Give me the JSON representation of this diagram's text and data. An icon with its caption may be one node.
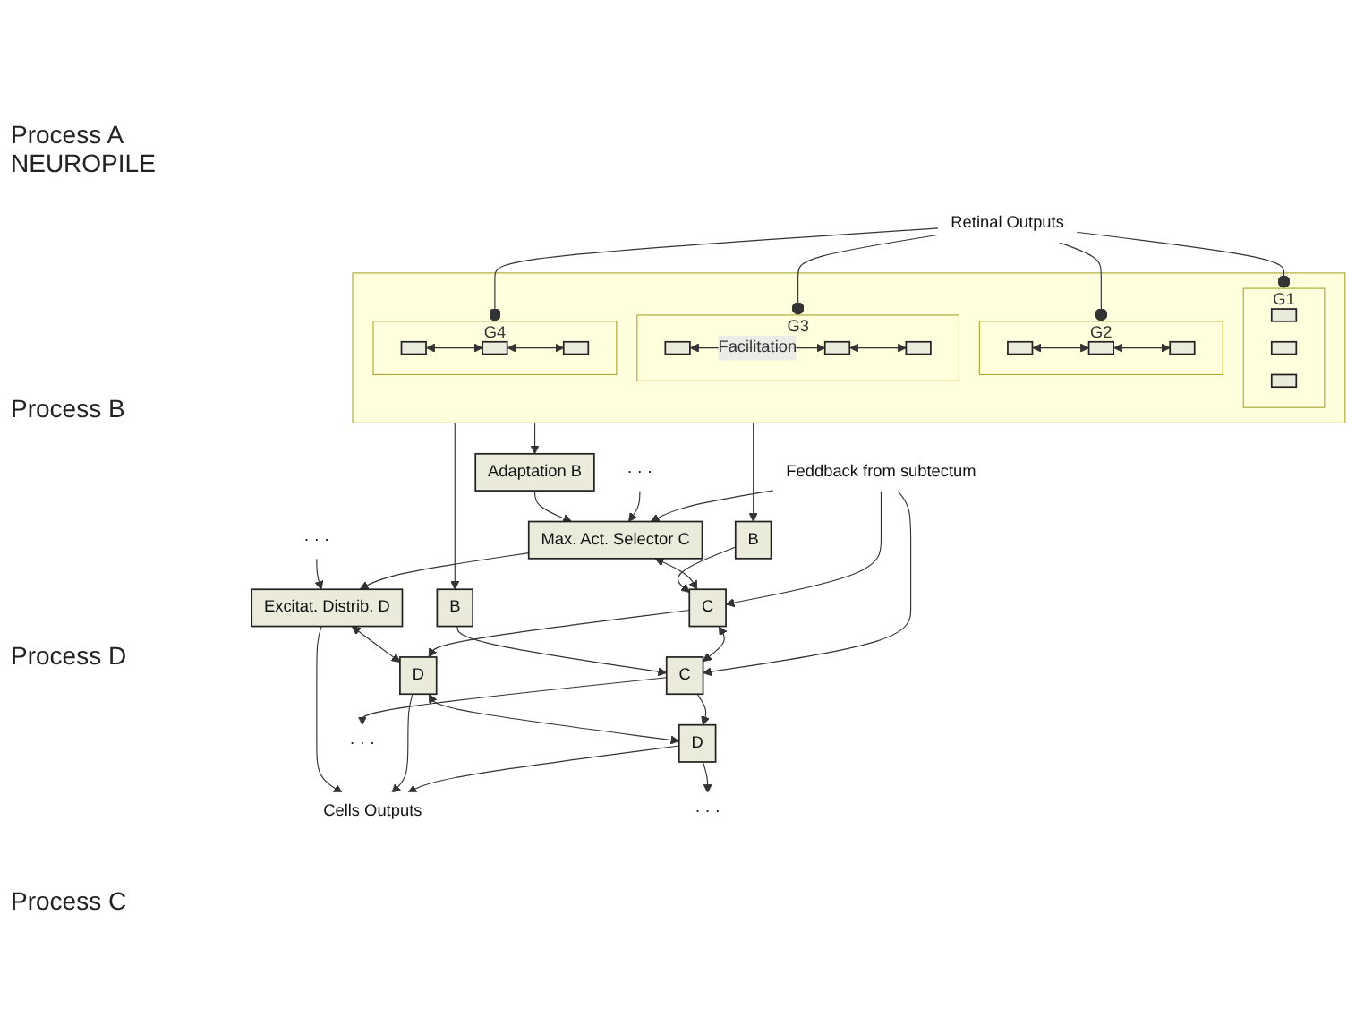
{
  "diagram": {
    "nodes": [
      {
        "text": [
          "Retinal Outputs"
        ]
      },
      {
        "text": [],
        "shape": "box"
      },
      {
        "text": [
          "G1"
        ],
        "in": 1
      },
      {
        "text": [],
        "shape": "box",
        "in": 2
      },
      {
        "text": [],
        "shape": "box",
        "in": 2
      },
      {
        "text": [],
        "shape": "box",
        "in": 2
      },
      {
        "text": [
          "G2"
        ],
        "in": 1
      },
      {
        "text": [],
        "shape": "box",
        "in": 6
      },
      {
        "text": [],
        "shape": "box",
        "in": 6
      },
      {
        "text": [],
        "shape": "box",
        "in": 6
      },
      {
        "text": [
          "G3"
        ],
        "in": 1
      },
      {
        "text": [],
        "shape": "box",
        "in": 10
      },
      {
        "text": [],
        "shape": "box",
        "in": 10
      },
      {
        "text": [],
        "shape": "box",
        "in": 10
      },
      {
        "text": [
          "G4"
        ],
        "in": 1
      },
      {
        "text": [],
        "shape": "box",
        "in": 14
      },
      {
        "text": [],
        "shape": "box",
        "in": 14
      },
      {
        "text": [],
        "shape": "box",
        "in": 14
      },
      {
        "text": [
          "Adaptation B"
        ]
      },
      {
        "text": [
          "B"
        ]
      },
      {
        "text": [
          "B"
        ]
      },
      {
        "text": [
          "· · ·"
        ]
      },
      {
        "text": [
          "Excitat. Distrib. D"
        ]
      },
      {
        "text": [
          "D"
        ]
      },
      {
        "text": [
          "D"
        ]
      },
      {
        "text": [
          "· · ·"
        ]
      },
      {
        "text": [
          "Cells Outputs"
        ]
      },
      {
        "text": [
          "· · ·"
        ]
      },
      {
        "text": [
          "Max. Act. Selector C"
        ]
      },
      {
        "text": [
          "C"
        ]
      },
      {
        "text": [
          "C"
        ]
      },
      {
        "text": [
          "· · ·"
        ]
      },
      {
        "text": [
          "Feddback from subtectum"
        ]
      }
    ],
    "edges": [
      {
        "from": 0,
        "to": 2,
        "arrow": "other"
      },
      {
        "from": 0,
        "to": 6,
        "arrow": "other"
      },
      {
        "from": 0,
        "to": 10,
        "arrow": "other"
      },
      {
        "from": 0,
        "to": 14,
        "arrow": "other"
      },
      {
        "from": 7,
        "to": 8,
        "arrow": "both"
      },
      {
        "from": 8,
        "to": 9,
        "arrow": "both"
      },
      {
        "from": 11,
        "to": 12,
        "arrow": "both",
        "label": "Facilitation"
      },
      {
        "from": 12,
        "to": 13,
        "arrow": "both"
      },
      {
        "from": 15,
        "to": 16,
        "arrow": "both"
      },
      {
        "from": 16,
        "to": 17,
        "arrow": "both"
      },
      {
        "from": 1,
        "to": 18,
        "arrow": "to"
      },
      {
        "from": 1,
        "to": 19,
        "arrow": "to"
      },
      {
        "from": 1,
        "to": 20,
        "arrow": "to"
      },
      {
        "from": 18,
        "to": 28,
        "arrow": "to"
      },
      {
        "from": 19,
        "to": 29,
        "arrow": "to"
      },
      {
        "from": 20,
        "to": 30,
        "arrow": "to"
      },
      {
        "from": 21,
        "to": 22,
        "arrow": "to"
      },
      {
        "from": 22,
        "to": 23,
        "arrow": "both"
      },
      {
        "from": 23,
        "to": 24,
        "arrow": "both"
      },
      {
        "from": 24,
        "to": 25,
        "arrow": "to"
      },
      {
        "from": 22,
        "to": 26,
        "arrow": "to"
      },
      {
        "from": 23,
        "to": 26,
        "arrow": "to"
      },
      {
        "from": 24,
        "to": 26,
        "arrow": "to"
      },
      {
        "from": 27,
        "to": 28,
        "arrow": "to"
      },
      {
        "from": 28,
        "to": 29,
        "arrow": "both"
      },
      {
        "from": 29,
        "to": 30,
        "arrow": "both"
      },
      {
        "from": 30,
        "to": 31,
        "arrow": "to"
      },
      {
        "from": 28,
        "to": 22,
        "arrow": "to"
      },
      {
        "from": 29,
        "to": 23,
        "arrow": "to"
      },
      {
        "from": 30,
        "to": 24,
        "arrow": "to"
      },
      {
        "from": 32,
        "to": 28,
        "arrow": "to"
      },
      {
        "from": 32,
        "to": 29,
        "arrow": "to"
      },
      {
        "from": 32,
        "to": 30,
        "arrow": "to"
      }
    ],
    "labels": [
      "Process A NEUROPILE",
      "Process B",
      "Process D",
      "Process C"
    ]
  }
}
